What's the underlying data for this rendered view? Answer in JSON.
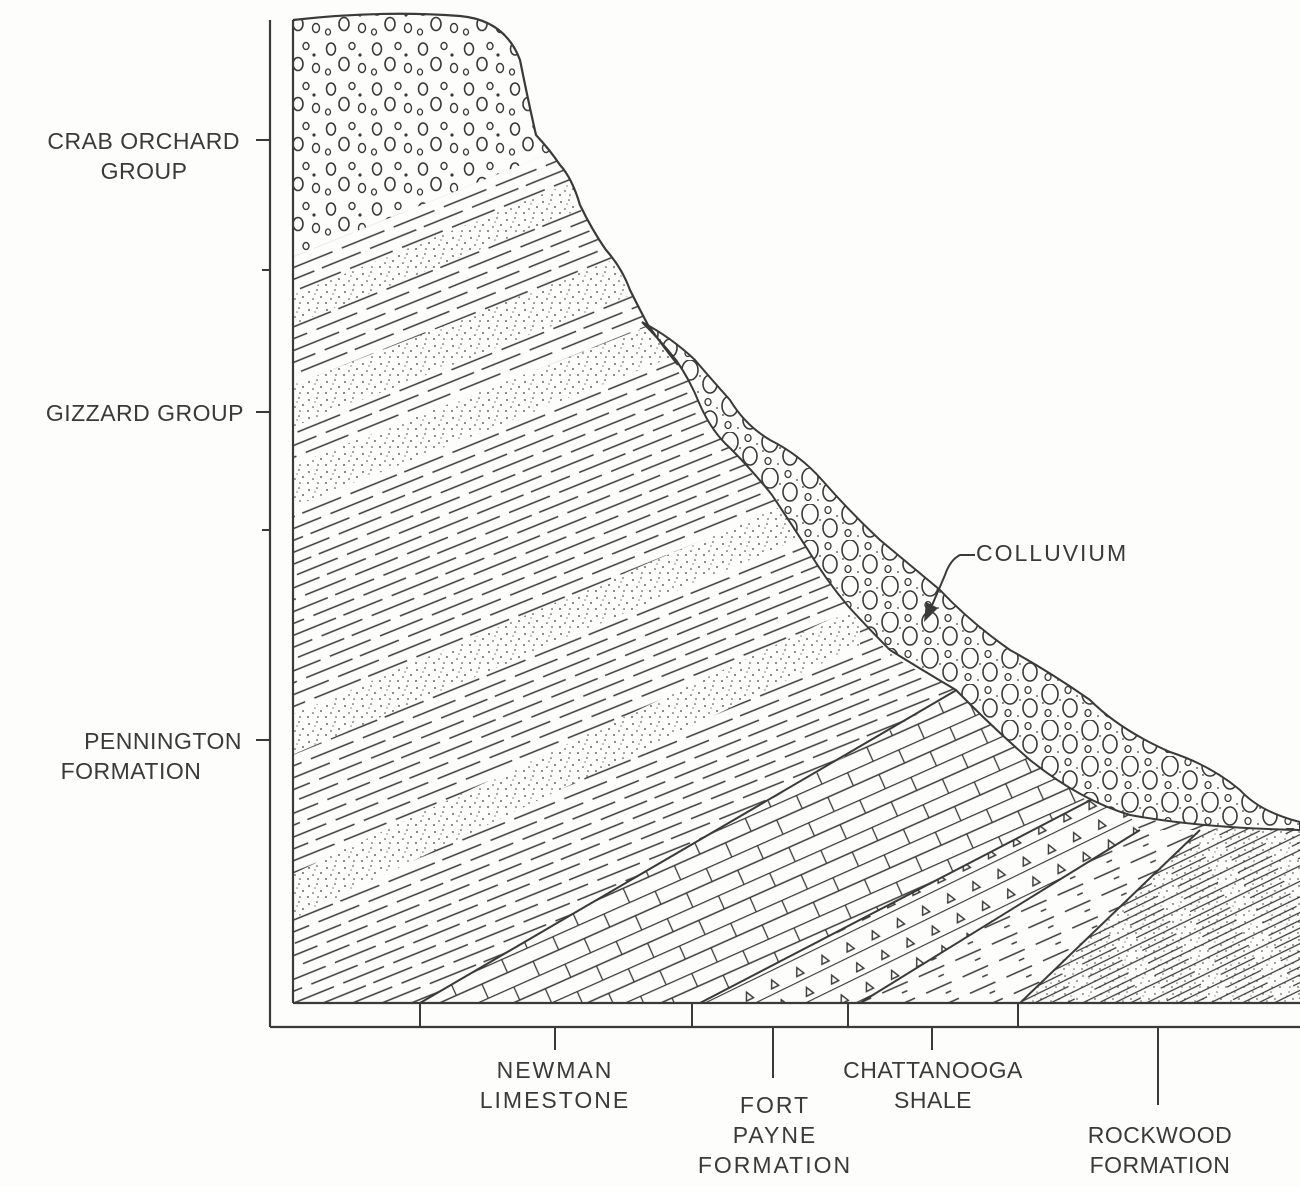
{
  "left_labels": [
    {
      "id": "crab-orchard",
      "lines": [
        "CRAB ORCHARD",
        "GROUP"
      ]
    },
    {
      "id": "gizzard",
      "lines": [
        "GIZZARD GROUP"
      ]
    },
    {
      "id": "pennington",
      "lines": [
        "PENNINGTON",
        "FORMATION"
      ]
    }
  ],
  "bottom_labels": [
    {
      "id": "newman",
      "lines": [
        "NEWMAN",
        "LIMESTONE"
      ]
    },
    {
      "id": "fort-payne",
      "lines": [
        "FORT",
        "PAYNE",
        "FORMATION"
      ]
    },
    {
      "id": "chattanooga",
      "lines": [
        "CHATTANOOGA",
        "SHALE"
      ]
    },
    {
      "id": "rockwood",
      "lines": [
        "ROCKWOOD",
        "FORMATION"
      ]
    }
  ],
  "colluvium_label": "COLLUVIUM",
  "colors": {
    "ink": "#3a3a3a",
    "paper": "#fdfdfb"
  }
}
